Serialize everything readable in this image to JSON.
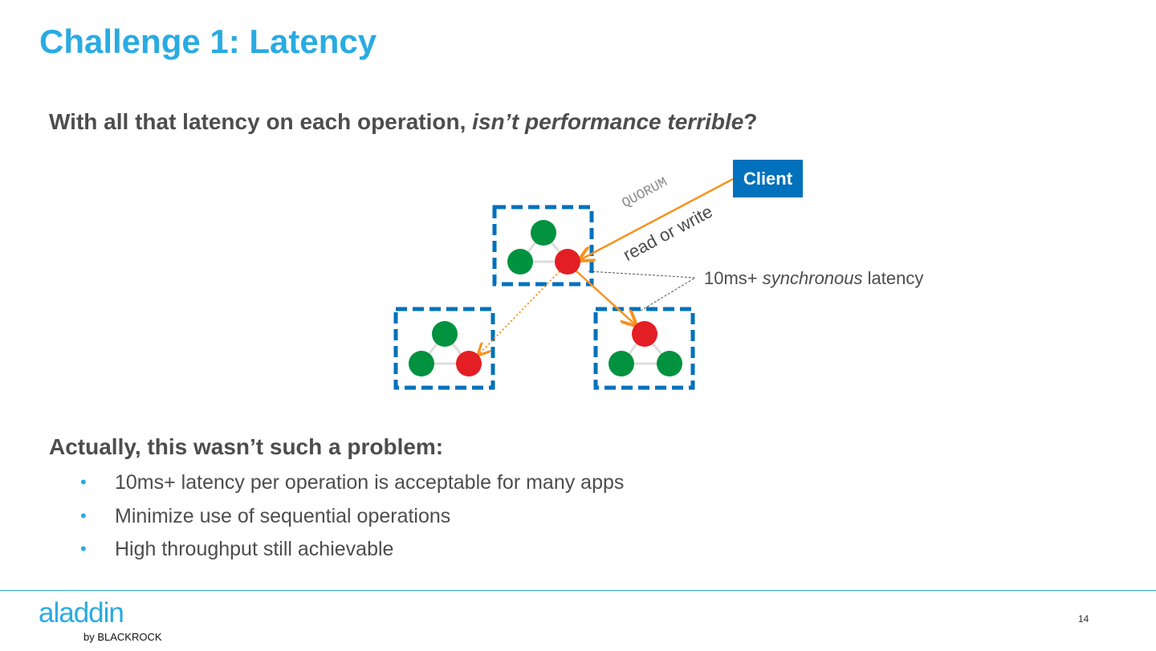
{
  "slide": {
    "title": "Challenge 1: Latency",
    "question_plain": "With all that latency on each operation, ",
    "question_italic": "isn’t performance terrible",
    "question_end": "?",
    "subheading": "Actually, this wasn’t such a problem:",
    "bullets": [
      "10ms+ latency per operation is acceptable for many apps",
      "Minimize use of sequential operations",
      "High throughput still achievable"
    ],
    "page_number": "14"
  },
  "diagram": {
    "client_label": "Client",
    "quorum_label": "QUORUM",
    "read_write_label": "read or write",
    "latency_prefix": "10ms+ ",
    "latency_italic": "synchronous",
    "latency_suffix": " latency",
    "clusters": [
      {
        "nodes": [
          "green",
          "green",
          "red"
        ]
      },
      {
        "nodes": [
          "green",
          "green",
          "red"
        ]
      },
      {
        "nodes": [
          "red",
          "green",
          "green"
        ]
      }
    ]
  },
  "footer": {
    "logo_text": "aladdin",
    "logo_by": "by BLACKROCK"
  },
  "colors": {
    "title": "#29abe2",
    "text": "#4d4d4d",
    "client_box": "#0071bc",
    "cluster_border": "#0071bc",
    "node_green": "#00923f",
    "node_red": "#e31e24",
    "arrow": "#f7931e"
  },
  "icons": {
    "bullet": "bullet-dot-icon",
    "node": "circle-node-icon"
  }
}
